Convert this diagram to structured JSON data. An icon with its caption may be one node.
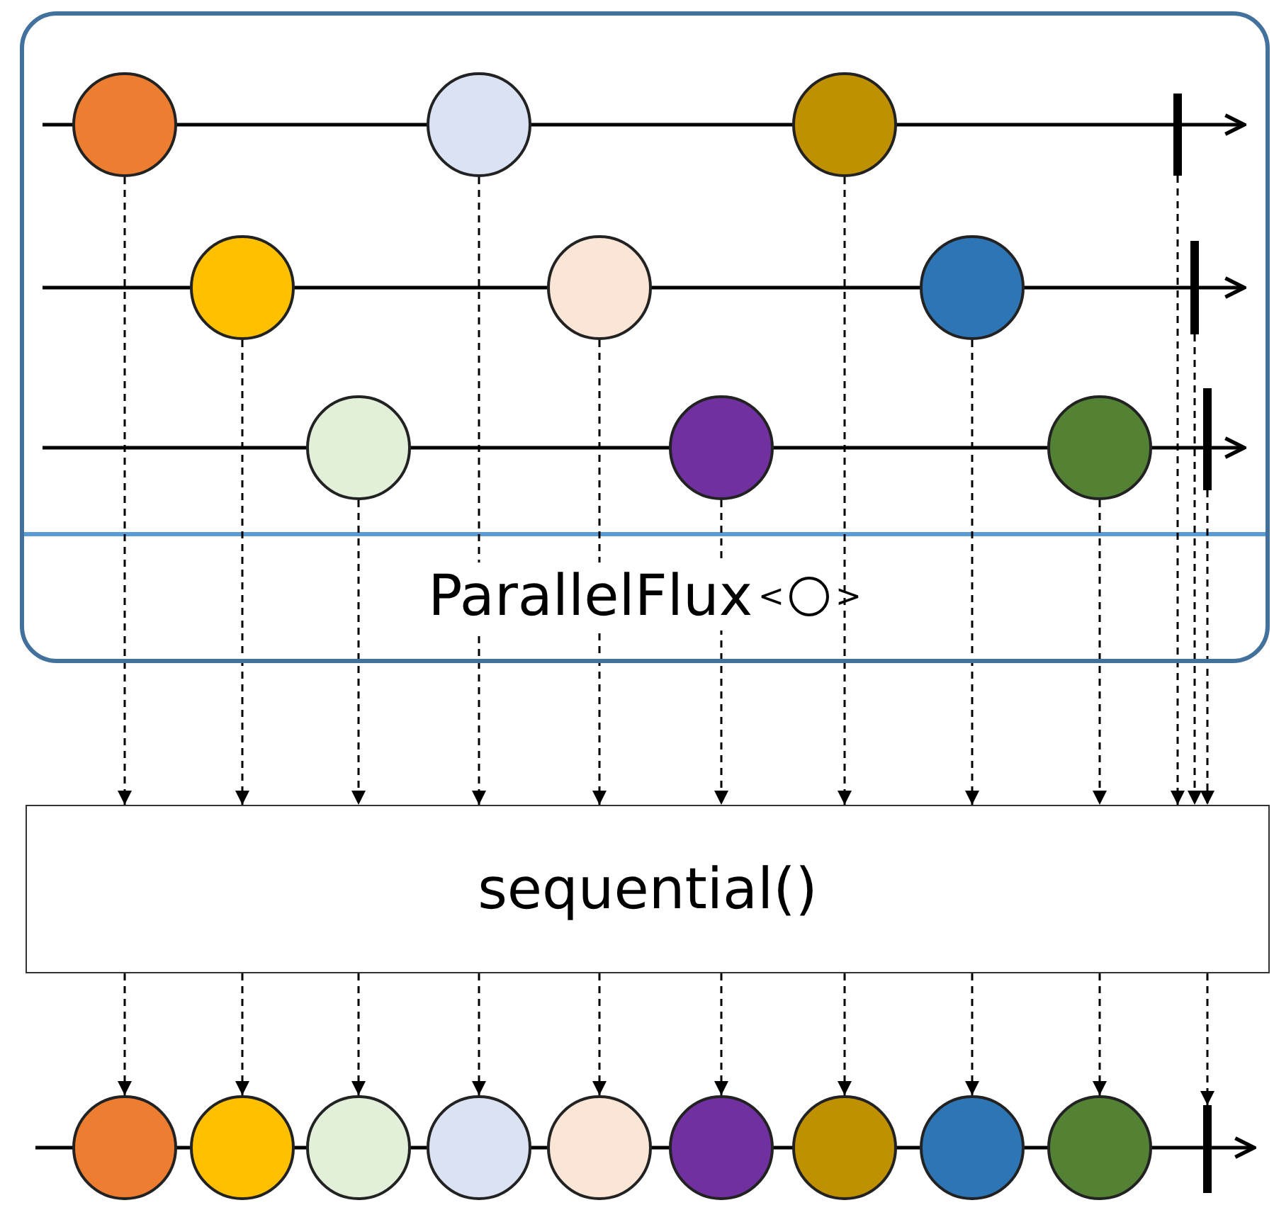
{
  "diagram": {
    "nodes": [
      {
        "text": [
          "ParallelFlux",
          "<",
          ">"
        ]
      },
      {
        "text": [],
        "shape": "circle",
        "in": 0
      },
      {
        "text": [],
        "shape": "circle",
        "in": 0
      },
      {
        "text": [],
        "shape": "circle",
        "in": 0
      },
      {
        "text": [],
        "shape": "bar",
        "in": 0
      },
      {
        "text": [],
        "shape": "circle",
        "in": 0
      },
      {
        "text": [],
        "shape": "circle",
        "in": 0
      },
      {
        "text": [],
        "shape": "circle",
        "in": 0
      },
      {
        "text": [],
        "shape": "bar",
        "in": 0
      },
      {
        "text": [],
        "shape": "circle",
        "in": 0
      },
      {
        "text": [],
        "shape": "circle",
        "in": 0
      },
      {
        "text": [],
        "shape": "circle",
        "in": 0
      },
      {
        "text": [],
        "shape": "bar",
        "in": 0
      },
      {
        "text": [
          "sequential()"
        ]
      },
      {
        "text": [],
        "shape": "circle"
      },
      {
        "text": [],
        "shape": "circle"
      },
      {
        "text": [],
        "shape": "circle"
      },
      {
        "text": [],
        "shape": "circle"
      },
      {
        "text": [],
        "shape": "circle"
      },
      {
        "text": [],
        "shape": "circle"
      },
      {
        "text": [],
        "shape": "circle"
      },
      {
        "text": [],
        "shape": "circle"
      },
      {
        "text": [],
        "shape": "circle"
      },
      {
        "text": [],
        "shape": "bar"
      }
    ],
    "edges": [
      {
        "from": 1,
        "to": 13,
        "arrow": "to",
        "style": "dashed"
      },
      {
        "from": 2,
        "to": 13,
        "arrow": "to",
        "style": "dashed"
      },
      {
        "from": 3,
        "to": 13,
        "arrow": "to",
        "style": "dashed"
      },
      {
        "from": 4,
        "to": 13,
        "arrow": "to",
        "style": "dashed"
      },
      {
        "from": 5,
        "to": 13,
        "arrow": "to",
        "style": "dashed"
      },
      {
        "from": 6,
        "to": 13,
        "arrow": "to",
        "style": "dashed"
      },
      {
        "from": 7,
        "to": 13,
        "arrow": "to",
        "style": "dashed"
      },
      {
        "from": 8,
        "to": 13,
        "arrow": "to",
        "style": "dashed"
      },
      {
        "from": 9,
        "to": 13,
        "arrow": "to",
        "style": "dashed"
      },
      {
        "from": 10,
        "to": 13,
        "arrow": "to",
        "style": "dashed"
      },
      {
        "from": 11,
        "to": 13,
        "arrow": "to",
        "style": "dashed"
      },
      {
        "from": 12,
        "to": 13,
        "arrow": "to",
        "style": "dashed"
      },
      {
        "from": 13,
        "to": 14,
        "arrow": "to",
        "style": "dashed"
      },
      {
        "from": 13,
        "to": 15,
        "arrow": "to",
        "style": "dashed"
      },
      {
        "from": 13,
        "to": 16,
        "arrow": "to",
        "style": "dashed"
      },
      {
        "from": 13,
        "to": 17,
        "arrow": "to",
        "style": "dashed"
      },
      {
        "from": 13,
        "to": 18,
        "arrow": "to",
        "style": "dashed"
      },
      {
        "from": 13,
        "to": 19,
        "arrow": "to",
        "style": "dashed"
      },
      {
        "from": 13,
        "to": 20,
        "arrow": "to",
        "style": "dashed"
      },
      {
        "from": 13,
        "to": 21,
        "arrow": "to",
        "style": "dashed"
      },
      {
        "from": 13,
        "to": 22,
        "arrow": "to",
        "style": "dashed"
      },
      {
        "from": 13,
        "to": 23,
        "arrow": "to",
        "style": "dashed"
      }
    ]
  }
}
